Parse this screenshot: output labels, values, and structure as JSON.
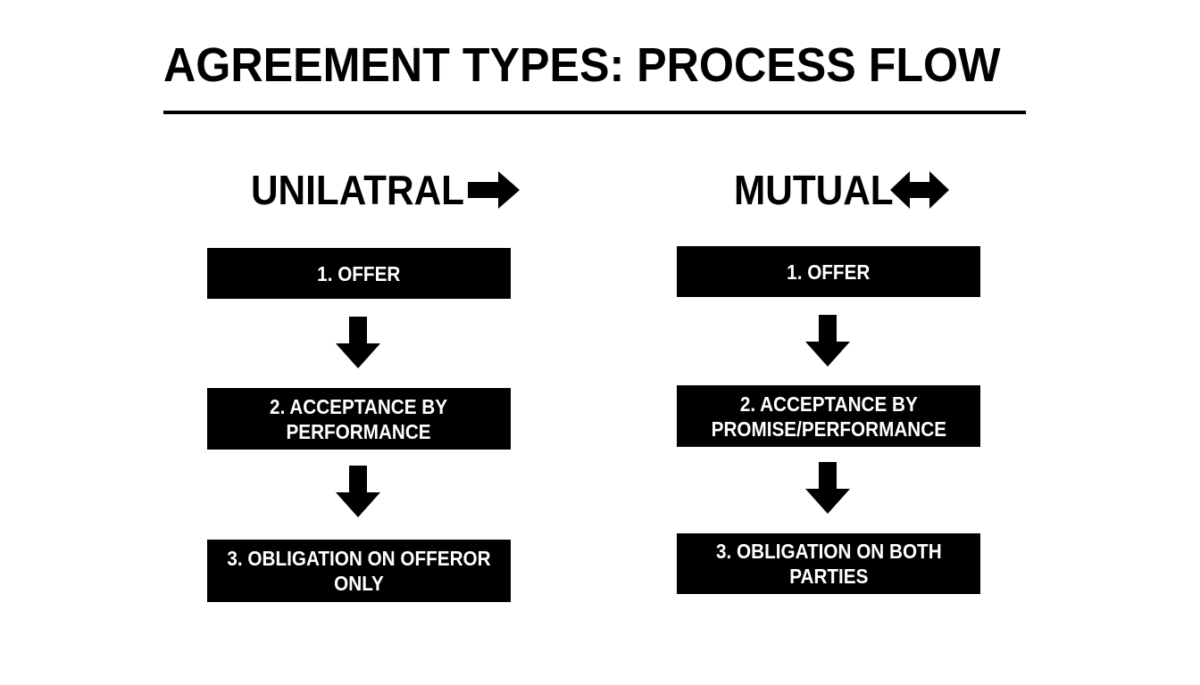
{
  "title": "AGREEMENT TYPES: PROCESS FLOW",
  "columns": {
    "unilateral": {
      "heading": "UNILATRAL",
      "heading_icon": "arrow-right-icon",
      "steps": [
        "1. OFFER",
        "2. ACCEPTANCE BY\nPERFORMANCE",
        "3. OBLIGATION ON OFFEROR\nONLY"
      ]
    },
    "mutual": {
      "heading": "MUTUAL",
      "heading_icon": "arrow-left-right-icon",
      "steps": [
        "1. OFFER",
        "2. ACCEPTANCE BY\nPROMISE/PERFORMANCE",
        "3. OBLIGATION ON BOTH\nPARTIES"
      ]
    }
  },
  "colors": {
    "foreground": "#000000",
    "background": "#ffffff",
    "box_text": "#ffffff"
  }
}
